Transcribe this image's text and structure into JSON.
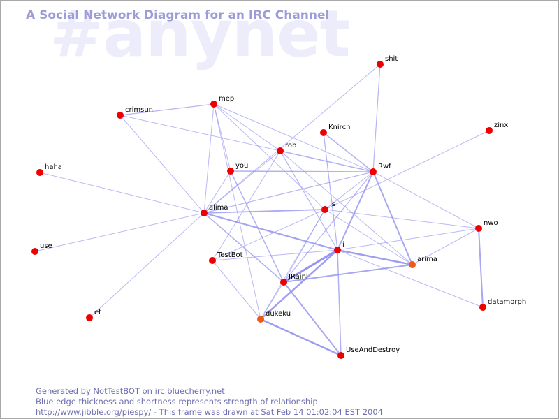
{
  "watermark": "#anynet",
  "title": "A Social Network Diagram for an IRC Channel",
  "footer": {
    "line1": "Generated by NotTestBOT on irc.bluecherry.net",
    "line2": "Blue edge thickness and shortness represents strength of relationship",
    "line3": "http://www.jibble.org/piespy/ - This frame was drawn at Sat Feb 14 01:02:04 EST 2004"
  },
  "colors": {
    "node": "#ee0000",
    "node_highlight": "#ee5a1a",
    "edge": "#8a8aee",
    "label": "#000000"
  },
  "nodes": [
    {
      "id": "shit",
      "label": "shit",
      "highlight": false
    },
    {
      "id": "mep",
      "label": "mep",
      "highlight": false
    },
    {
      "id": "crimsun",
      "label": "crimsun",
      "highlight": false
    },
    {
      "id": "Knirch",
      "label": "Knirch",
      "highlight": false
    },
    {
      "id": "zinx",
      "label": "zinx",
      "highlight": false
    },
    {
      "id": "rob",
      "label": "rob",
      "highlight": false
    },
    {
      "id": "haha",
      "label": "haha",
      "highlight": false
    },
    {
      "id": "you",
      "label": "you",
      "highlight": false
    },
    {
      "id": "Rwf",
      "label": "Rwf",
      "highlight": false
    },
    {
      "id": "is",
      "label": "is",
      "highlight": false
    },
    {
      "id": "alima",
      "label": "alima",
      "highlight": false
    },
    {
      "id": "nwo",
      "label": "nwo",
      "highlight": false
    },
    {
      "id": "use",
      "label": "use",
      "highlight": false
    },
    {
      "id": "i",
      "label": "i",
      "highlight": false
    },
    {
      "id": "TestBot",
      "label": "TestBot",
      "highlight": false
    },
    {
      "id": "arima",
      "label": "arima",
      "highlight": true
    },
    {
      "id": "JRainl",
      "label": "JRainl",
      "highlight": false
    },
    {
      "id": "datamorph",
      "label": "datamorph",
      "highlight": false
    },
    {
      "id": "et",
      "label": "et",
      "highlight": false
    },
    {
      "id": "dukeku",
      "label": "dukeku",
      "highlight": true
    },
    {
      "id": "UseAndDestroy",
      "label": "UseAndDestroy",
      "highlight": false
    }
  ],
  "edges": [
    {
      "from": "shit",
      "to": "Rwf",
      "weight": 1.2
    },
    {
      "from": "shit",
      "to": "alima",
      "weight": 1
    },
    {
      "from": "crimsun",
      "to": "mep",
      "weight": 1.2
    },
    {
      "from": "crimsun",
      "to": "alima",
      "weight": 1
    },
    {
      "from": "crimsun",
      "to": "rob",
      "weight": 1
    },
    {
      "from": "mep",
      "to": "alima",
      "weight": 1
    },
    {
      "from": "mep",
      "to": "you",
      "weight": 1
    },
    {
      "from": "mep",
      "to": "is",
      "weight": 1
    },
    {
      "from": "mep",
      "to": "rob",
      "weight": 1
    },
    {
      "from": "mep",
      "to": "Rwf",
      "weight": 1
    },
    {
      "from": "mep",
      "to": "dukeku",
      "weight": 1
    },
    {
      "from": "Knirch",
      "to": "Rwf",
      "weight": 1.5
    },
    {
      "from": "Knirch",
      "to": "i",
      "weight": 1.3
    },
    {
      "from": "zinx",
      "to": "is",
      "weight": 1
    },
    {
      "from": "rob",
      "to": "Rwf",
      "weight": 1.5
    },
    {
      "from": "rob",
      "to": "TestBot",
      "weight": 1
    },
    {
      "from": "rob",
      "to": "i",
      "weight": 1.2
    },
    {
      "from": "rob",
      "to": "arima",
      "weight": 1
    },
    {
      "from": "rob",
      "to": "alima",
      "weight": 1
    },
    {
      "from": "haha",
      "to": "alima",
      "weight": 1
    },
    {
      "from": "you",
      "to": "Rwf",
      "weight": 1.5
    },
    {
      "from": "you",
      "to": "JRainl",
      "weight": 1.5
    },
    {
      "from": "you",
      "to": "alima",
      "weight": 1
    },
    {
      "from": "Rwf",
      "to": "alima",
      "weight": 1.2
    },
    {
      "from": "Rwf",
      "to": "i",
      "weight": 2
    },
    {
      "from": "Rwf",
      "to": "arima",
      "weight": 2
    },
    {
      "from": "Rwf",
      "to": "JRainl",
      "weight": 1.2
    },
    {
      "from": "Rwf",
      "to": "nwo",
      "weight": 1
    },
    {
      "from": "Rwf",
      "to": "is",
      "weight": 1
    },
    {
      "from": "is",
      "to": "alima",
      "weight": 1.8
    },
    {
      "from": "is",
      "to": "nwo",
      "weight": 1
    },
    {
      "from": "is",
      "to": "TestBot",
      "weight": 1
    },
    {
      "from": "is",
      "to": "JRainl",
      "weight": 1
    },
    {
      "from": "is",
      "to": "arima",
      "weight": 1
    },
    {
      "from": "is",
      "to": "dukeku",
      "weight": 1
    },
    {
      "from": "alima",
      "to": "i",
      "weight": 2.2
    },
    {
      "from": "alima",
      "to": "use",
      "weight": 1
    },
    {
      "from": "alima",
      "to": "et",
      "weight": 1
    },
    {
      "from": "alima",
      "to": "JRainl",
      "weight": 1.5
    },
    {
      "from": "nwo",
      "to": "datamorph",
      "weight": 2
    },
    {
      "from": "nwo",
      "to": "i",
      "weight": 1
    },
    {
      "from": "nwo",
      "to": "arima",
      "weight": 1
    },
    {
      "from": "i",
      "to": "TestBot",
      "weight": 1
    },
    {
      "from": "i",
      "to": "JRainl",
      "weight": 3
    },
    {
      "from": "i",
      "to": "arima",
      "weight": 2.5
    },
    {
      "from": "i",
      "to": "UseAndDestroy",
      "weight": 1.5
    },
    {
      "from": "i",
      "to": "dukeku",
      "weight": 2.5
    },
    {
      "from": "i",
      "to": "datamorph",
      "weight": 1
    },
    {
      "from": "TestBot",
      "to": "dukeku",
      "weight": 1
    },
    {
      "from": "JRainl",
      "to": "arima",
      "weight": 2
    },
    {
      "from": "JRainl",
      "to": "UseAndDestroy",
      "weight": 2
    },
    {
      "from": "JRainl",
      "to": "dukeku",
      "weight": 1
    },
    {
      "from": "dukeku",
      "to": "UseAndDestroy",
      "weight": 2.5
    }
  ]
}
